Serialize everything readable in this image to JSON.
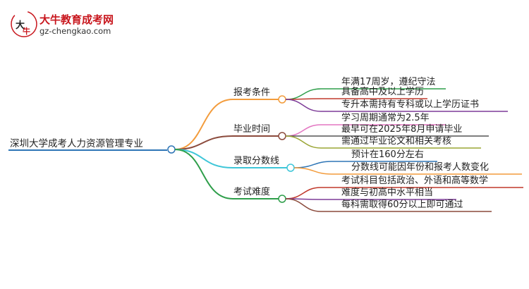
{
  "logo": {
    "title": "大牛教育成考网",
    "url": "gz-chengkao.com",
    "mark_text": "大牛"
  },
  "mindmap": {
    "root": "深圳大学成考人力资源管理专业",
    "branches": [
      {
        "label": "报考条件",
        "color": "#f39c3c",
        "leaves": [
          {
            "text": "年满17周岁，遵纪守法",
            "color": "#2e9e4a"
          },
          {
            "text": "具备高中及以上学历",
            "color": "#c0392b"
          },
          {
            "text": "专升本需持有专科或以上学历证书",
            "color": "#7d3c98"
          }
        ]
      },
      {
        "label": "毕业时间",
        "color": "#8b4a3c",
        "leaves": [
          {
            "text": "学习周期通常为2.5年",
            "color": "#e377c2"
          },
          {
            "text": "最早可在2025年8月申请毕业",
            "color": "#555555"
          },
          {
            "text": "需通过毕业论文和相关考核",
            "color": "#9aa534"
          }
        ]
      },
      {
        "label": "录取分数线",
        "color": "#3ec6d8",
        "leaves": [
          {
            "text": "预计在160分左右",
            "color": "#2e75b6"
          },
          {
            "text": "分数线可能因年份和报考人数变化",
            "color": "#f39c3c"
          }
        ]
      },
      {
        "label": "考试难度",
        "color": "#2e9e4a",
        "leaves": [
          {
            "text": "考试科目包括政治、外语和高等数学",
            "color": "#c0392b"
          },
          {
            "text": "难度与初高中水平相当",
            "color": "#7d3c98"
          },
          {
            "text": "每科需取得60分以上即可通过",
            "color": "#8b4a3c"
          }
        ]
      }
    ],
    "root_line_color": "#2e75b6"
  }
}
